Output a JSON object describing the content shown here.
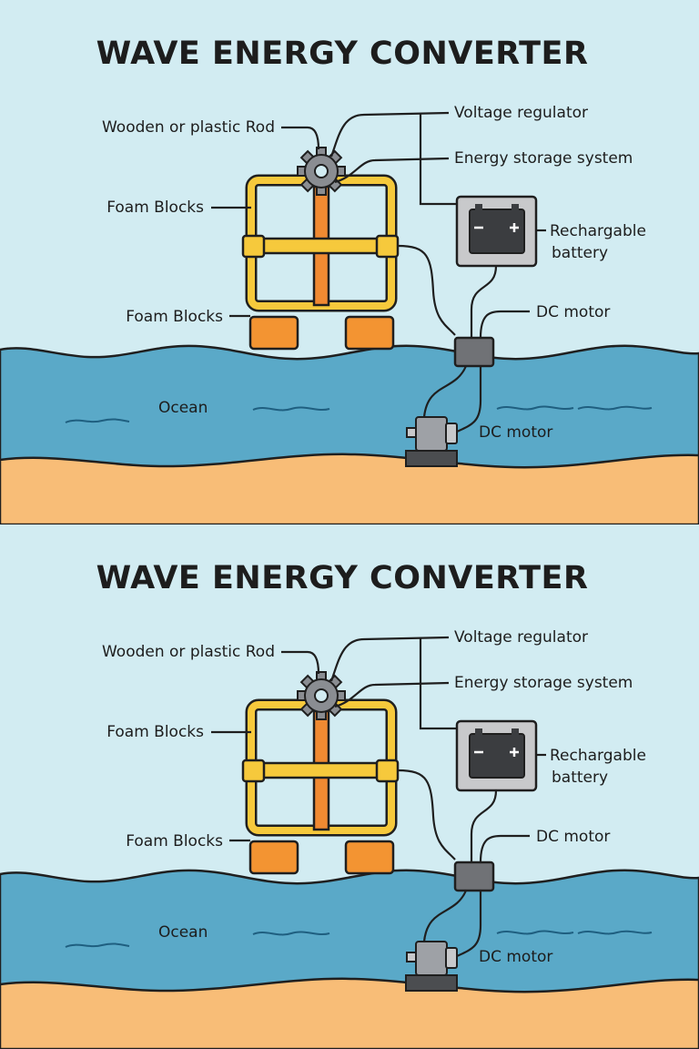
{
  "diagram": {
    "title": "WAVE ENERGY CONVERTER",
    "labels": {
      "rod": "Wooden or plastic Rod",
      "foam_blocks_top": "Foam Blocks",
      "foam_blocks_bottom": "Foam Blocks",
      "voltage_regulator": "Voltage regulator",
      "energy_storage": "Energy storage system",
      "battery_line1": "Rechargable",
      "battery_line2": "battery",
      "dc_motor_upper": "DC motor",
      "ocean": "Ocean",
      "dc_motor_lower": "DC motor"
    },
    "colors": {
      "sky": "#d2ecf2",
      "water": "#5aa9c8",
      "sand": "#f8bd77",
      "frame": "#f6c93c",
      "rod": "#f08a32",
      "foam": "#f39432",
      "gear": "#8a8d92",
      "battery_box": "#c8c9cb",
      "battery": "#3b3d40",
      "connector": "#707276"
    },
    "icons": [
      "gear-icon",
      "battery-icon",
      "dc-motor-icon"
    ]
  }
}
